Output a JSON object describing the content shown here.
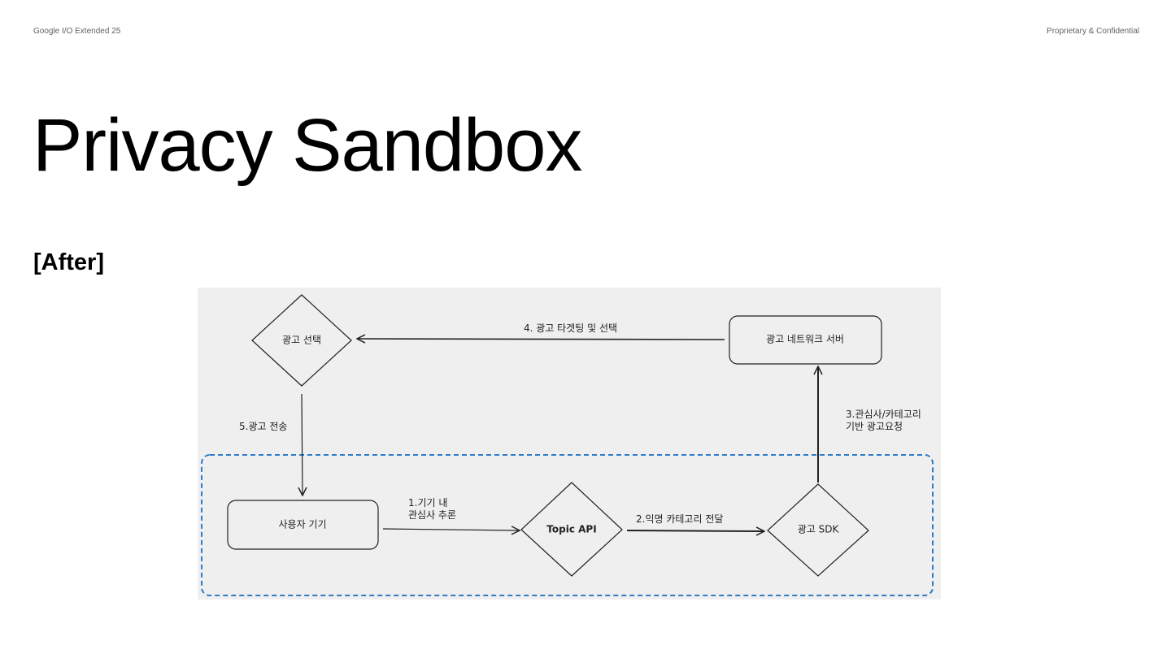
{
  "header": {
    "left": "Google I/O Extended 25",
    "right": "Proprietary & Confidential"
  },
  "slide": {
    "title": "Privacy Sandbox",
    "subtitle": "[After]"
  },
  "diagram": {
    "nodes": {
      "ad_selection": "광고 선택",
      "ad_network_server": "광고 네트워크 서버",
      "user_device": "사용자 기기",
      "topic_api": "Topic API",
      "ad_sdk": "광고 SDK"
    },
    "edges": {
      "step1": "1.기기 내\n관심사 추론",
      "step2": "2.익명 카테고리 전달",
      "step3": "3.관심사/카테고리\n기반 광고요청",
      "step4": "4. 광고 타겟팅 및 선택",
      "step5": "5.광고 전송"
    },
    "colors": {
      "background": "#efefef",
      "on_device_boundary": "#2f7bc8",
      "stroke": "#222222"
    }
  }
}
